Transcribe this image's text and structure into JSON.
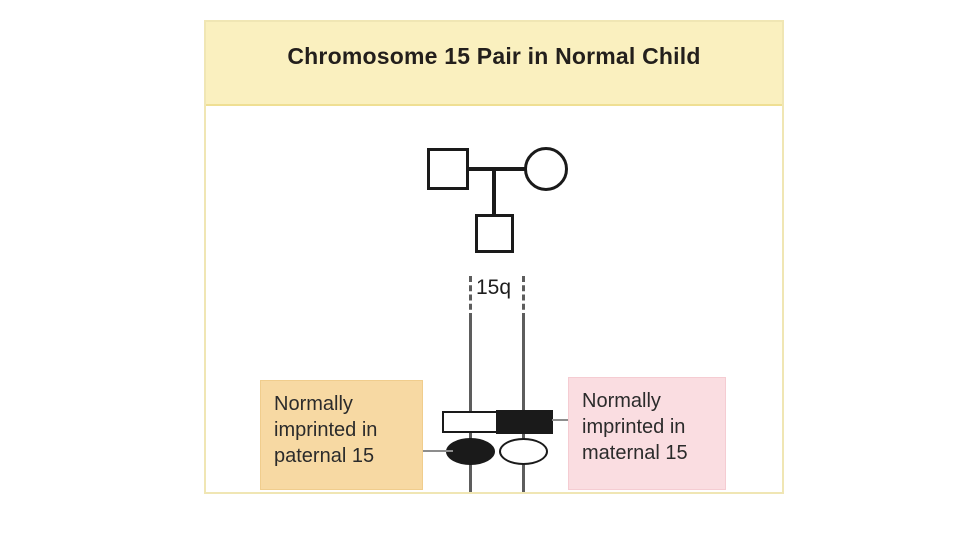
{
  "figure": {
    "title": "Chromosome 15 Pair in Normal Child",
    "region_label": "15q",
    "colors": {
      "frame_border": "#f0e6b4",
      "title_background": "#faf0bf",
      "title_text": "#231f1c",
      "canvas_background": "#ffffff",
      "paternal_callout_background": "#f7d9a3",
      "maternal_callout_background": "#fadde1",
      "chromosome_line": "#5d5d5d",
      "shape_outline": "#1a1a1a",
      "leader_line": "#8d8d8d"
    }
  },
  "pedigree": {
    "father_symbol": "square",
    "mother_symbol": "circle",
    "child_symbol": "square"
  },
  "chromosomes": [
    {
      "id": "paternal-15",
      "side": "left",
      "rectangle_band": "open",
      "ellipse_band": "filled"
    },
    {
      "id": "maternal-15",
      "side": "right",
      "rectangle_band": "filled",
      "ellipse_band": "open"
    }
  ],
  "callouts": {
    "paternal": {
      "line1": "Normally",
      "line2": "imprinted in",
      "line3": "paternal 15"
    },
    "maternal": {
      "line1": "Normally",
      "line2": "imprinted in",
      "line3": "maternal 15"
    }
  }
}
